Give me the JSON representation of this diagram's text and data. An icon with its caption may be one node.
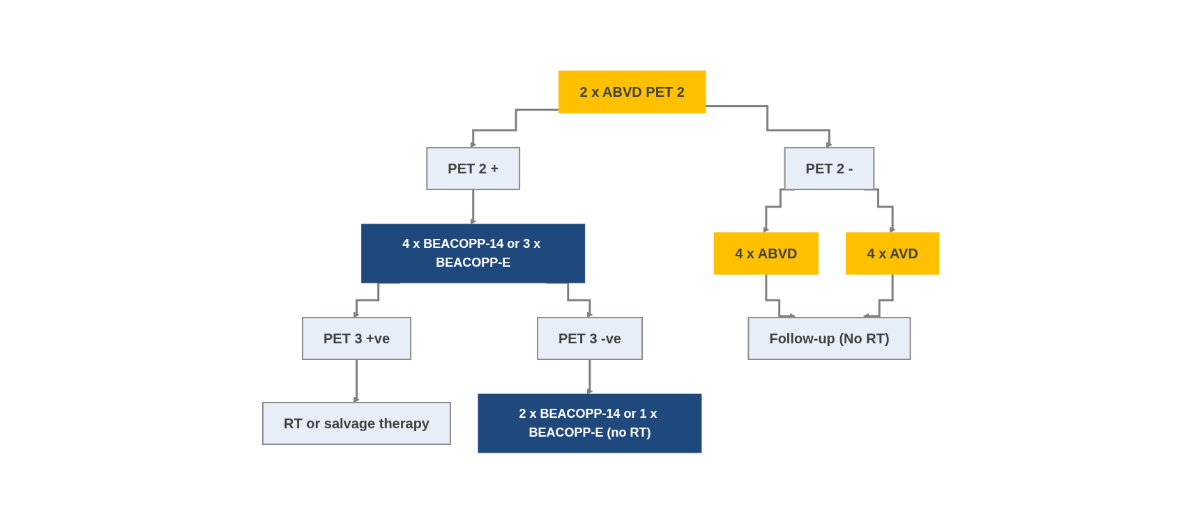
{
  "diagram": {
    "nodes": [
      {
        "text": [
          "PET 2 +"
        ]
      },
      {
        "text": [
          "2 x ABVD PET 2"
        ]
      },
      {
        "text": [
          "PET 2 -"
        ]
      },
      {
        "text": [
          "4 x BEACOPP-14 or 3 x BEACOPP-E"
        ]
      },
      {
        "text": [
          "4 x ABVD"
        ]
      },
      {
        "text": [
          "4 x AVD"
        ]
      },
      {
        "text": [
          "PET 3 +ve"
        ]
      },
      {
        "text": [
          "PET 3 -ve"
        ]
      },
      {
        "text": [
          "RT or salvage therapy"
        ]
      },
      {
        "text": [
          "2 x BEACOPP-14 or 1 x BEACOPP-E (no RT)"
        ]
      },
      {
        "text": [
          "Follow-up (No RT)"
        ]
      }
    ],
    "edges": [
      {
        "from": 1,
        "to": 0,
        "arrow": "to"
      },
      {
        "from": 1,
        "to": 2,
        "arrow": "to"
      },
      {
        "from": 0,
        "to": 3,
        "arrow": "to"
      },
      {
        "from": 2,
        "to": 4,
        "arrow": "to"
      },
      {
        "from": 2,
        "to": 5,
        "arrow": "to"
      },
      {
        "from": 3,
        "to": 6,
        "arrow": "to"
      },
      {
        "from": 3,
        "to": 7,
        "arrow": "to"
      },
      {
        "from": 6,
        "to": 8,
        "arrow": "to"
      },
      {
        "from": 7,
        "to": 9,
        "arrow": "to"
      },
      {
        "from": 4,
        "to": 10,
        "arrow": "to"
      },
      {
        "from": 5,
        "to": 10,
        "arrow": "to"
      }
    ]
  }
}
